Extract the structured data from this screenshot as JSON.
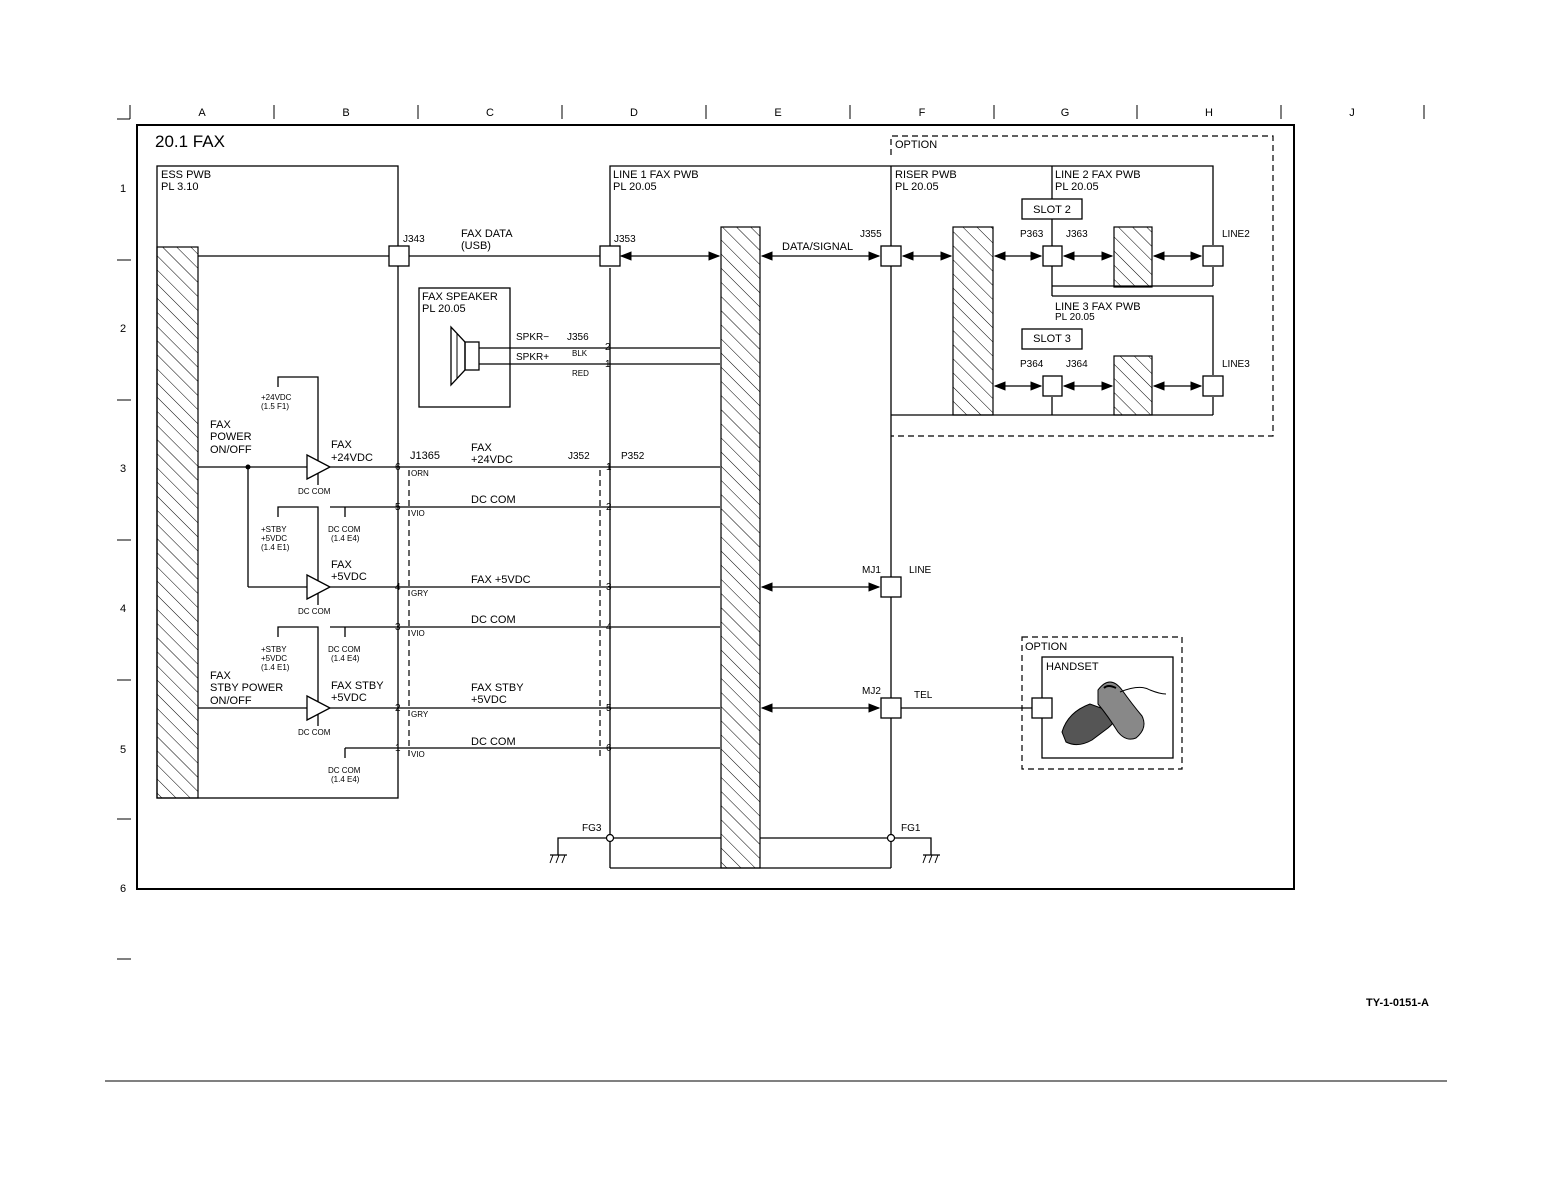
{
  "doc_id": "TY-1-0151-A",
  "title": "20.1 FAX",
  "grid": {
    "cols": [
      "A",
      "B",
      "C",
      "D",
      "E",
      "F",
      "G",
      "H",
      "J"
    ],
    "rows": [
      "1",
      "2",
      "3",
      "4",
      "5",
      "6"
    ]
  },
  "options": {
    "main": "OPTION",
    "handset": "OPTION"
  },
  "boards": {
    "ess": {
      "name": "ESS PWB",
      "pl": "PL 3.10"
    },
    "line1": {
      "name": "LINE 1 FAX PWB",
      "pl": "PL 20.05"
    },
    "riser": {
      "name": "RISER PWB",
      "pl": "PL 20.05"
    },
    "line2": {
      "name": "LINE 2 FAX PWB",
      "pl": "PL 20.05"
    },
    "line3": {
      "name": "LINE 3 FAX PWB",
      "pl": "PL 20.05"
    },
    "speaker": {
      "name": "FAX SPEAKER",
      "pl": "PL 20.05"
    },
    "handset": {
      "name": "HANDSET"
    }
  },
  "slots": {
    "slot2": "SLOT 2",
    "slot3": "SLOT 3"
  },
  "connectors": {
    "j343": "J343",
    "j353": "J353",
    "j355": "J355",
    "p363": "P363",
    "j363": "J363",
    "p364": "P364",
    "j364": "J364",
    "j356": "J356",
    "j1365": "J1365",
    "j352": "J352",
    "p352": "P352",
    "mj1": "MJ1",
    "mj2": "MJ2",
    "fg3": "FG3",
    "fg1": "FG1"
  },
  "lines": {
    "line2": "LINE2",
    "line3": "LINE3",
    "line": "LINE",
    "tel": "TEL"
  },
  "signals": {
    "fax_data_1": "FAX DATA",
    "fax_data_2": "(USB)",
    "data_signal": "DATA/SIGNAL",
    "spkr_minus": "SPKR−",
    "spkr_plus": "SPKR+",
    "blk": "BLK",
    "red": "RED",
    "fax_power_1": "FAX",
    "fax_power_2": "POWER",
    "fax_power_3": "ON/OFF",
    "fax_24_a": "FAX",
    "fax_24_b": "+24VDC",
    "fax_24_c": "FAX",
    "fax_24_d": "+24VDC",
    "dc_com": "DC COM",
    "fax_5_a": "FAX",
    "fax_5_b": "+5VDC",
    "fax_5_c": "FAX +5VDC",
    "stby_1": "FAX",
    "stby_2": "STBY POWER",
    "stby_3": "ON/OFF",
    "stby_a": "FAX STBY",
    "stby_b": "+5VDC",
    "stby_c": "FAX STBY",
    "stby_d": "+5VDC"
  },
  "small_labels": {
    "v24_1": "+24VDC",
    "v24_2": "(1.5 F1)",
    "stby5_1": "+STBY",
    "stby5_2": "+5VDC",
    "stby5_3": "(1.4 E1)",
    "dccom_1": "DC COM",
    "dccom_2": "(1.4 E4)",
    "dc_com_small": "DC COM"
  },
  "wire_colors": {
    "orn": "ORN",
    "vio": "VIO",
    "gry": "GRY"
  },
  "pins": [
    "1",
    "2",
    "3",
    "4",
    "5",
    "6"
  ]
}
